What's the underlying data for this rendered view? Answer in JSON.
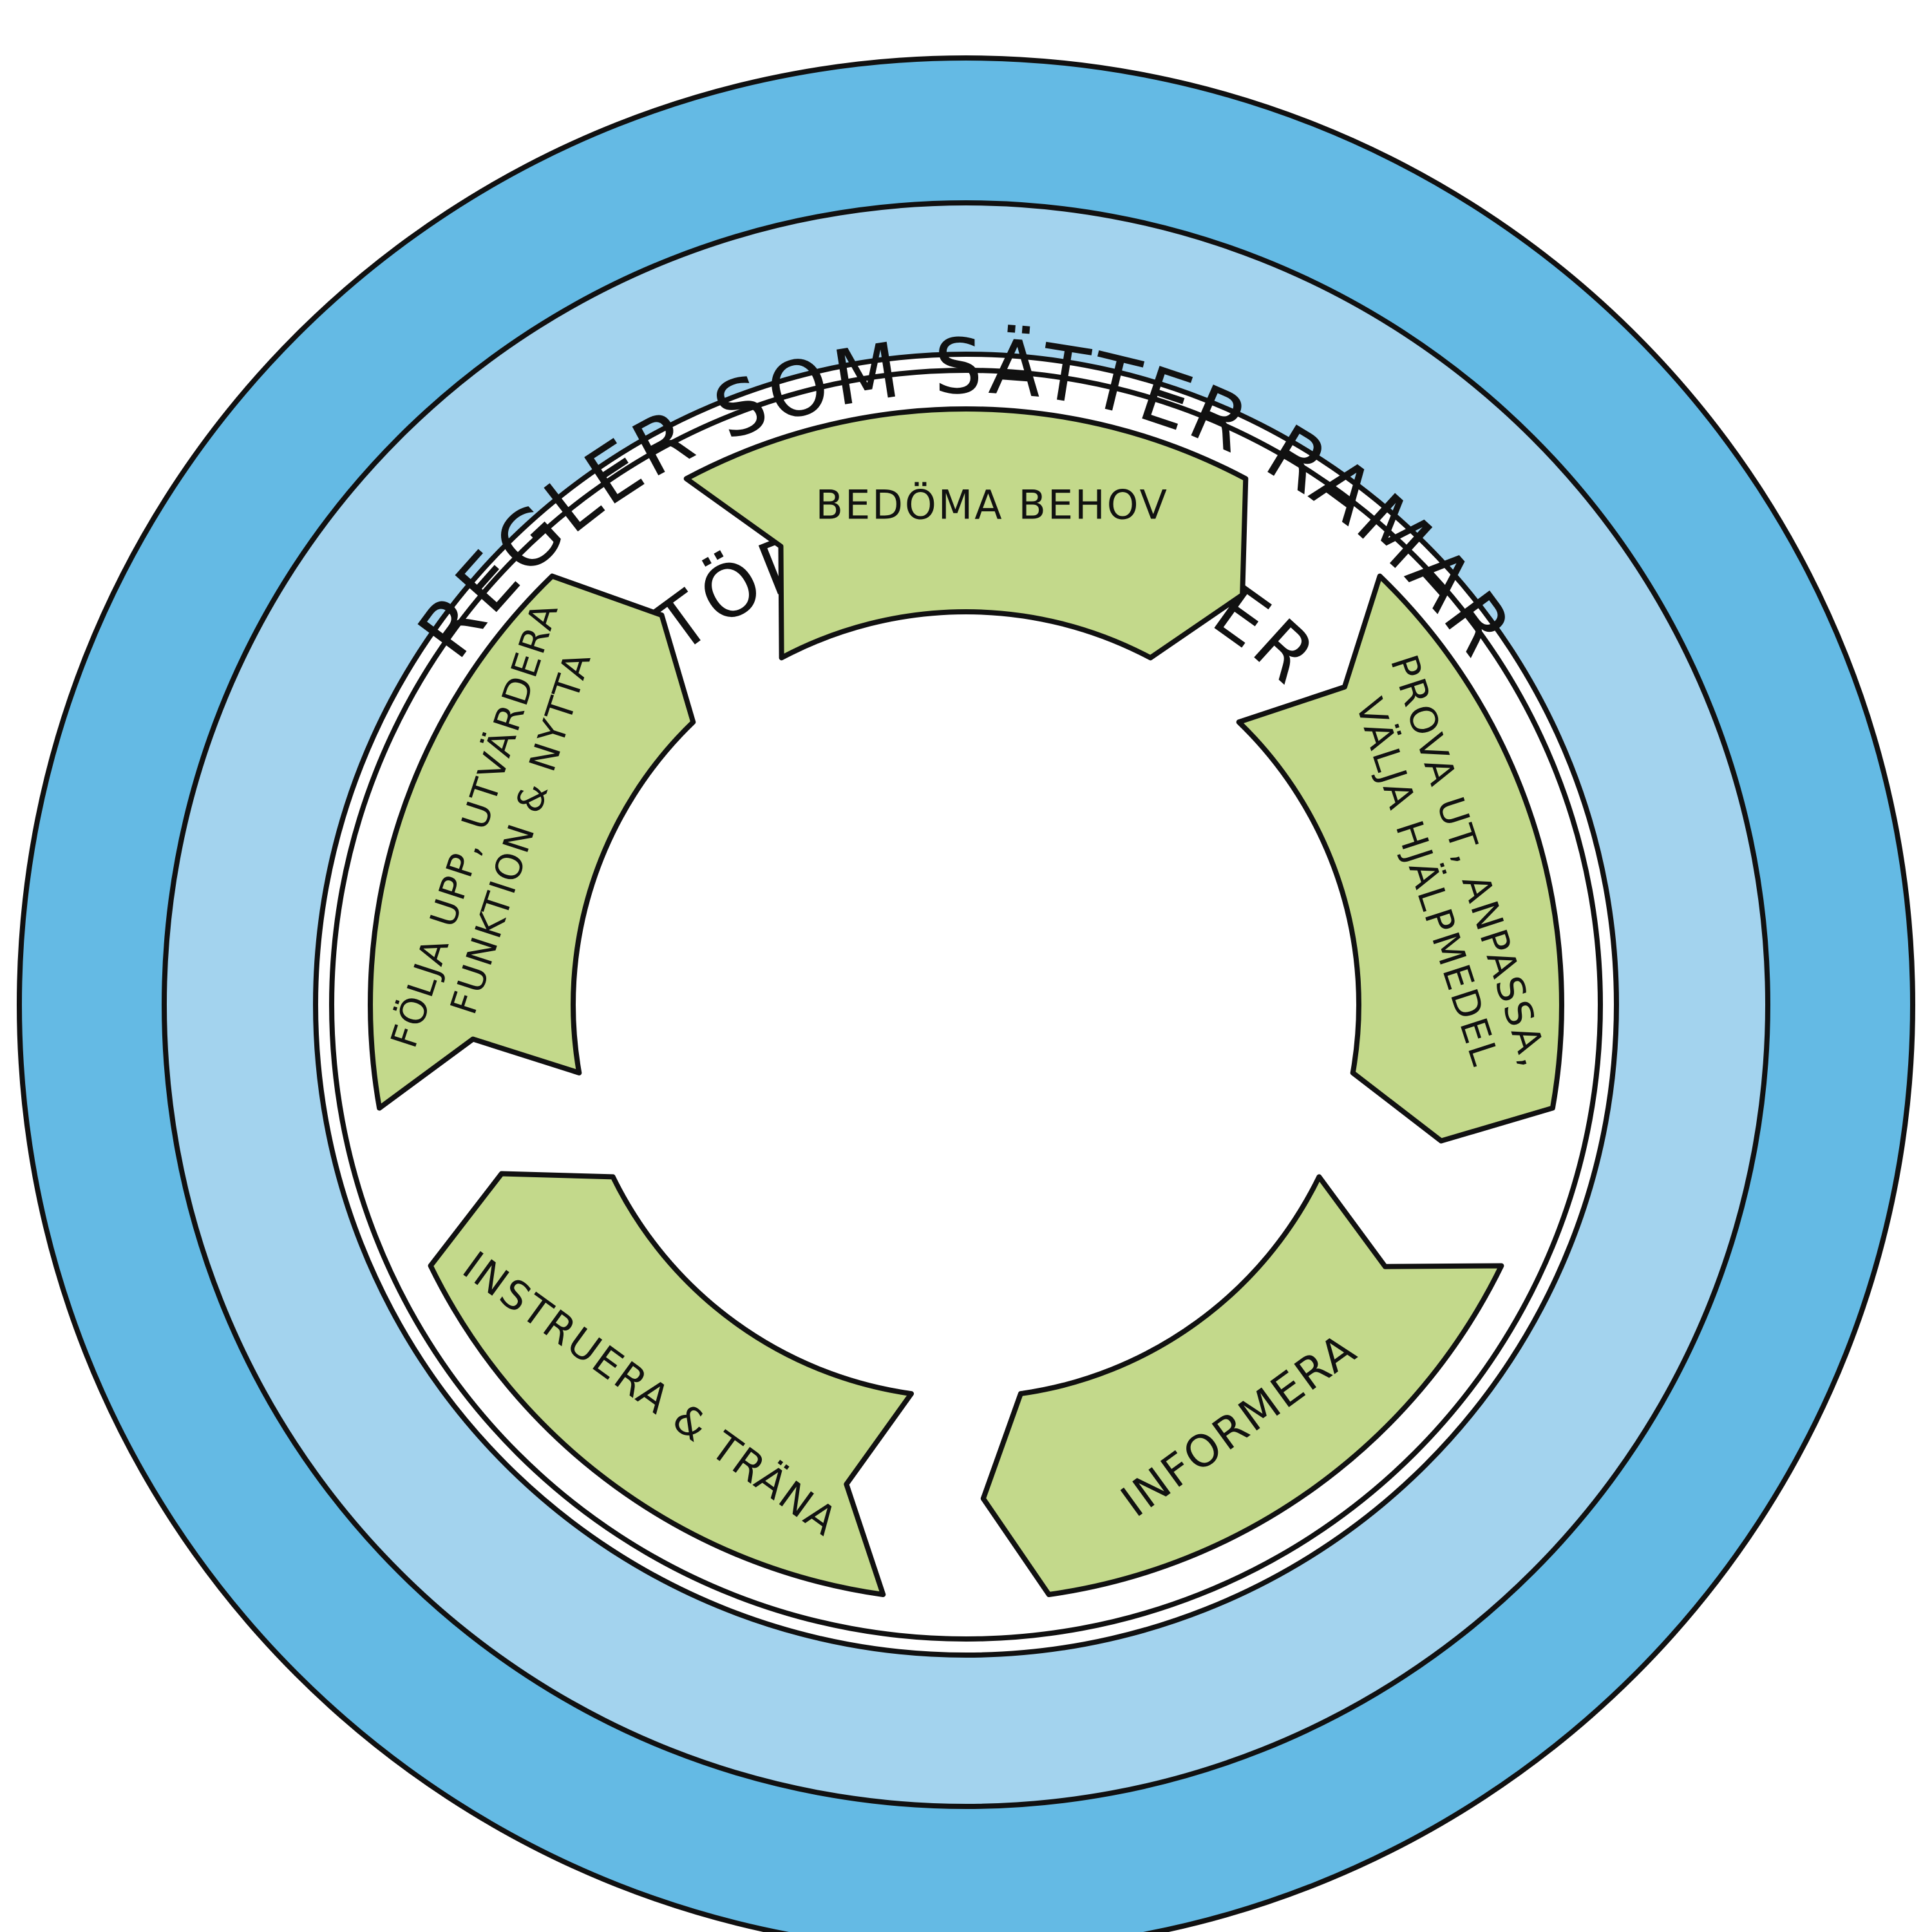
{
  "colors": {
    "outer_ring": "#64bae4",
    "middle_ring": "#a3d3ee",
    "segment_fill": "#c3d98b",
    "outline": "#111111",
    "background": "#ffffff"
  },
  "outer_ring": {
    "label": "REGLER SOM SÄTTER RAMAR"
  },
  "middle_ring": {
    "label": "STÖDFUNKTIONER"
  },
  "segments": [
    {
      "id": "bedoma",
      "lines": [
        "BEDÖMA BEHOV"
      ]
    },
    {
      "id": "prova",
      "lines": [
        "PROVA UT, ANPASSA,",
        "VÄLJA HJÄLPMEDEL"
      ]
    },
    {
      "id": "informera",
      "lines": [
        "INFORMERA"
      ]
    },
    {
      "id": "instruera",
      "lines": [
        "INSTRUERA & TRÄNA"
      ]
    },
    {
      "id": "folja",
      "lines": [
        "FÖLJA UPP, UTVÄRDERA",
        "FUNKTION & NYTTA"
      ]
    }
  ]
}
